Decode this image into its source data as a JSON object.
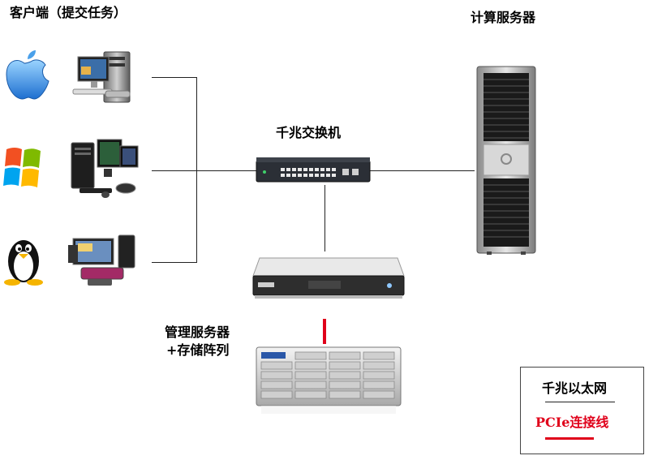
{
  "labels": {
    "clients": "客户端（提交任务）",
    "compute_server": "计算服务器",
    "switch": "千兆交换机",
    "mgmt_line1": "管理服务器",
    "mgmt_line2": "+存储阵列"
  },
  "legend": {
    "gigabit": "千兆以太网",
    "pcie": "PCIe连接线"
  },
  "colors": {
    "ethernet_line": "#222222",
    "pcie_line": "#e0001a",
    "pcie_text": "#e0001a"
  },
  "icons": {
    "os_1": "apple-logo-icon",
    "os_2": "windows-logo-icon",
    "os_3": "linux-tux-icon"
  }
}
